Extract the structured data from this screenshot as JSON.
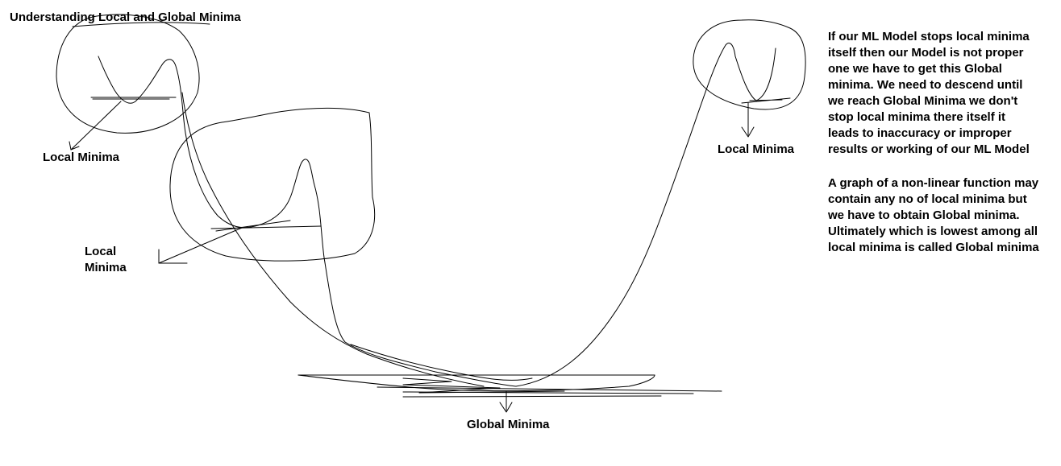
{
  "title": "Understanding Local and Global Minima",
  "labels": {
    "local_minima_left": "Local Minima",
    "local_minima_middle": "Local\nMinima",
    "local_minima_right": "Local Minima",
    "global_minima": "Global Minima"
  },
  "notes": {
    "paragraph_1": "If our ML Model stops local minima itself then our Model is not proper one we have to get this Global minima. We need to descend until we reach Global Minima we don't stop local minima there itself it leads to inaccuracy or improper results or working of our ML Model",
    "paragraph_2": "A graph of a non-linear function may contain any no of local minima but we have to obtain Global minima. Ultimately which is lowest among all local minima is called Global minima"
  },
  "colors": {
    "ink": "#000000",
    "background": "#ffffff"
  }
}
